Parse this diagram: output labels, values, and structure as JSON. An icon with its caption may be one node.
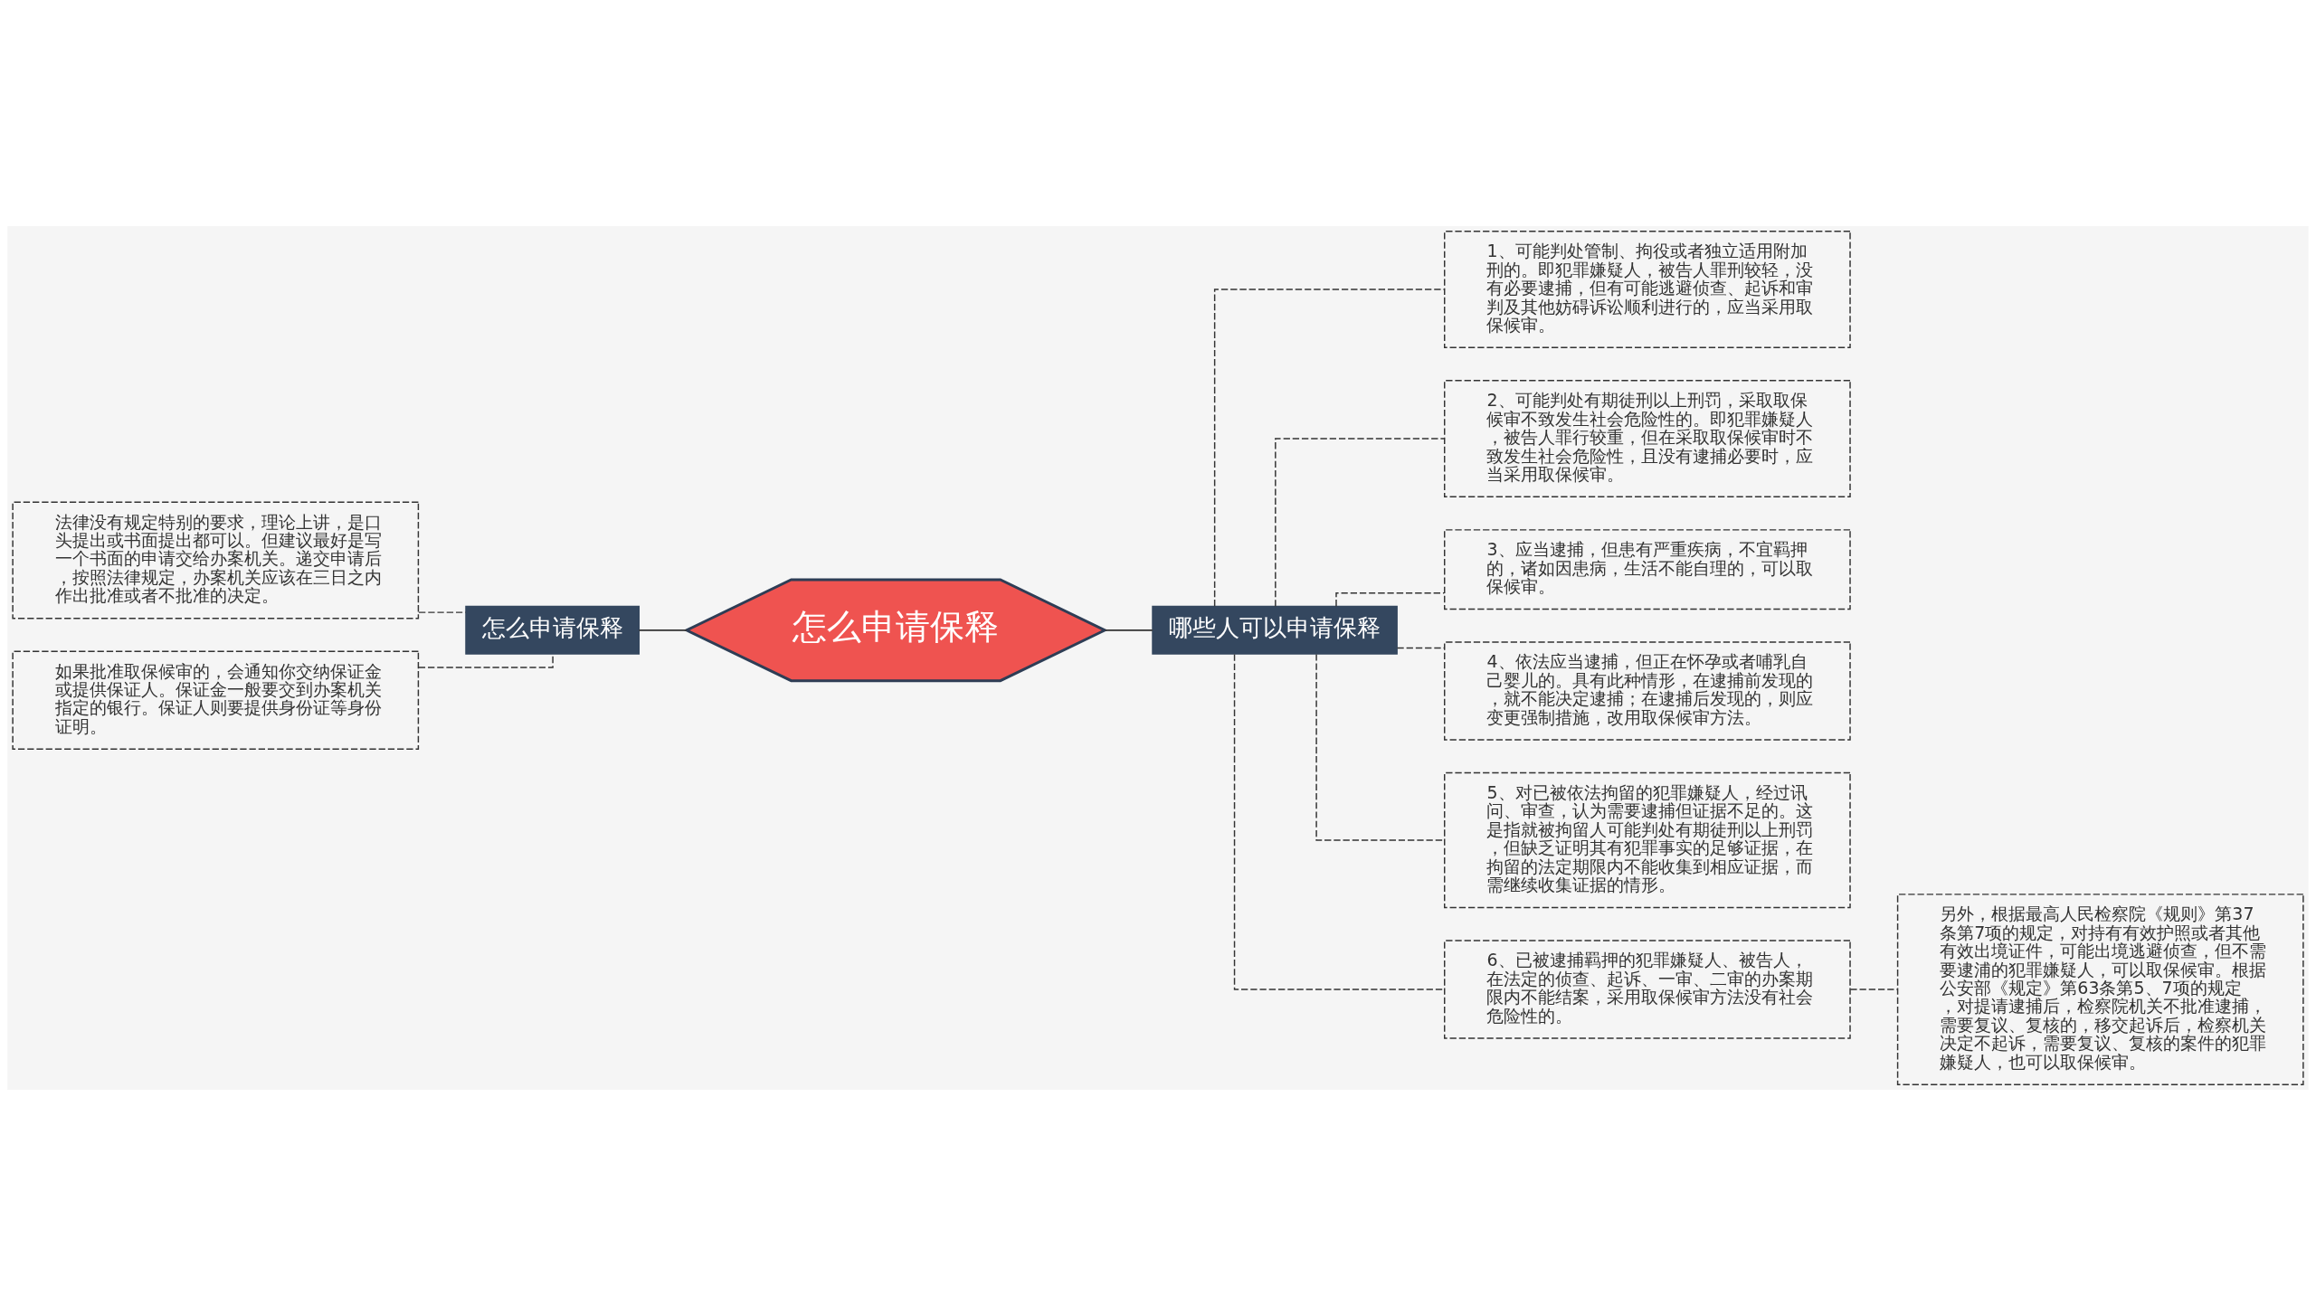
{
  "diagram": {
    "nodes": [
      {
        "text": [
          "怎么申请保释"
        ]
      },
      {
        "text": [
          "怎么申请保释"
        ]
      },
      {
        "text": [
          "哪些人可以申请保释"
        ]
      },
      {
        "text": [
          "法律没有规定特别的要求，理论上讲，是口头提出或书面提出都可以。但建议最好是写一个书面的申请交给办案机关。递交申请后，按照法律规定，办案机关应该在三日之内作出批准或者不批准的决定。"
        ]
      },
      {
        "text": [
          "如果批准取保候审的，会通知你交纳保证金或提供保证人。保证金一般要交到办案机关指定的银行。保证人则要提供身份证等身份证明。"
        ]
      },
      {
        "text": [
          "1、可能判处管制、拘役或者独立适用附加刑的。即犯罪嫌疑人，被告人罪刑较轻，没有必要逮捕，但有可能逃避侦查、起诉和审判及其他妨碍诉讼顺利进行的，应当采用取保候审。"
        ]
      },
      {
        "text": [
          "2、可能判处有期徒刑以上刑罚，采取取保候审不致发生社会危险性的。即犯罪嫌疑人，被告人罪行较重，但在采取取保候审时不致发生社会危险性，且没有逮捕必要时，应当采用取保候审。"
        ]
      },
      {
        "text": [
          "3、应当逮捕，但患有严重疾病，不宜羁押的，诸如因患病，生活不能自理的，可以取保候审。"
        ]
      },
      {
        "text": [
          "4、依法应当逮捕，但正在怀孕或者哺乳自己婴儿的。具有此种情形，在逮捕前发现的，就不能决定逮捕；在逮捕后发现的，则应变更强制措施，改用取保候审方法。"
        ]
      },
      {
        "text": [
          "5、对已被依法拘留的犯罪嫌疑人，经过讯问、审查，认为需要逮捕但证据不足的。这是指就被拘留人可能判处有期徒刑以上刑罚，但缺乏证明其有犯罪事实的足够证据，在拘留的法定期限内不能收集到相应证据，而需继续收集证据的情形。"
        ]
      },
      {
        "text": [
          "6、已被逮捕羁押的犯罪嫌疑人、被告人，在法定的侦查、起诉、一审、二审的办案期限内不能结案，采用取保候审方法没有社会危险性的。"
        ]
      },
      {
        "text": [
          "另外，根据最高人民检察院《规则》第37条第7项的规定，对持有有效护照或者其他有效出境证件，可能出境逃避侦查，但不需要逮浦的犯罪嫌疑人，可以取保候审。根据公安部《规定》第63条第5、7项的规定，对提请逮捕后，检察院机关不批准逮捕，需要复议、复核的，移交起诉后，检察机关决定不起诉，需要复议、复核的案件的犯罪嫌疑人，也可以取保候审。"
        ]
      }
    ],
    "edges": [
      {
        "from": 0,
        "to": 1,
        "arrow": "none"
      },
      {
        "from": 0,
        "to": 2,
        "arrow": "none"
      },
      {
        "from": 1,
        "to": 3,
        "arrow": "none",
        "style": "dashed"
      },
      {
        "from": 1,
        "to": 4,
        "arrow": "none",
        "style": "dashed"
      },
      {
        "from": 2,
        "to": 5,
        "arrow": "none",
        "style": "dashed"
      },
      {
        "from": 2,
        "to": 6,
        "arrow": "none",
        "style": "dashed"
      },
      {
        "from": 2,
        "to": 7,
        "arrow": "none",
        "style": "dashed"
      },
      {
        "from": 2,
        "to": 8,
        "arrow": "none",
        "style": "dashed"
      },
      {
        "from": 2,
        "to": 9,
        "arrow": "none",
        "style": "dashed"
      },
      {
        "from": 2,
        "to": 10,
        "arrow": "none",
        "style": "dashed"
      },
      {
        "from": 10,
        "to": 11,
        "arrow": "none",
        "style": "dashed"
      }
    ]
  }
}
